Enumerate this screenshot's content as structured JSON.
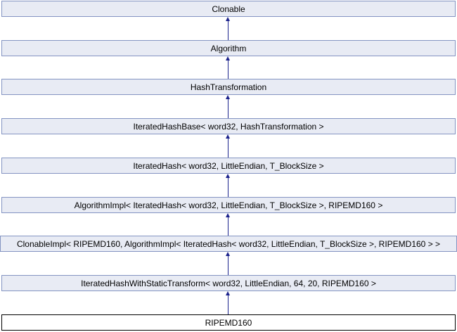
{
  "diagram": {
    "type": "class-inheritance",
    "arrow_direction": "up",
    "classes": [
      {
        "label": "Clonable",
        "current": false
      },
      {
        "label": "Algorithm",
        "current": false
      },
      {
        "label": "HashTransformation",
        "current": false
      },
      {
        "label": "IteratedHashBase< word32, HashTransformation >",
        "current": false
      },
      {
        "label": "IteratedHash< word32, LittleEndian, T_BlockSize >",
        "current": false
      },
      {
        "label": "AlgorithmImpl< IteratedHash< word32, LittleEndian, T_BlockSize >, RIPEMD160 >",
        "current": false
      },
      {
        "label": "ClonableImpl< RIPEMD160, AlgorithmImpl< IteratedHash< word32, LittleEndian, T_BlockSize >, RIPEMD160 > >",
        "current": false
      },
      {
        "label": "IteratedHashWithStaticTransform< word32, LittleEndian, 64, 20, RIPEMD160 >",
        "current": false
      },
      {
        "label": "RIPEMD160",
        "current": true
      }
    ],
    "edges": [
      {
        "child": 1,
        "parent": 0
      },
      {
        "child": 2,
        "parent": 1
      },
      {
        "child": 3,
        "parent": 2
      },
      {
        "child": 4,
        "parent": 3
      },
      {
        "child": 5,
        "parent": 4
      },
      {
        "child": 6,
        "parent": 5
      },
      {
        "child": 7,
        "parent": 6
      },
      {
        "child": 8,
        "parent": 7
      }
    ]
  },
  "colors": {
    "node_fill": "#e8ebf4",
    "node_border": "#8494c2",
    "current_fill": "#ffffff",
    "current_border": "#000000",
    "arrow": "#1b228c",
    "text": "#000000",
    "background": "#ffffff"
  }
}
